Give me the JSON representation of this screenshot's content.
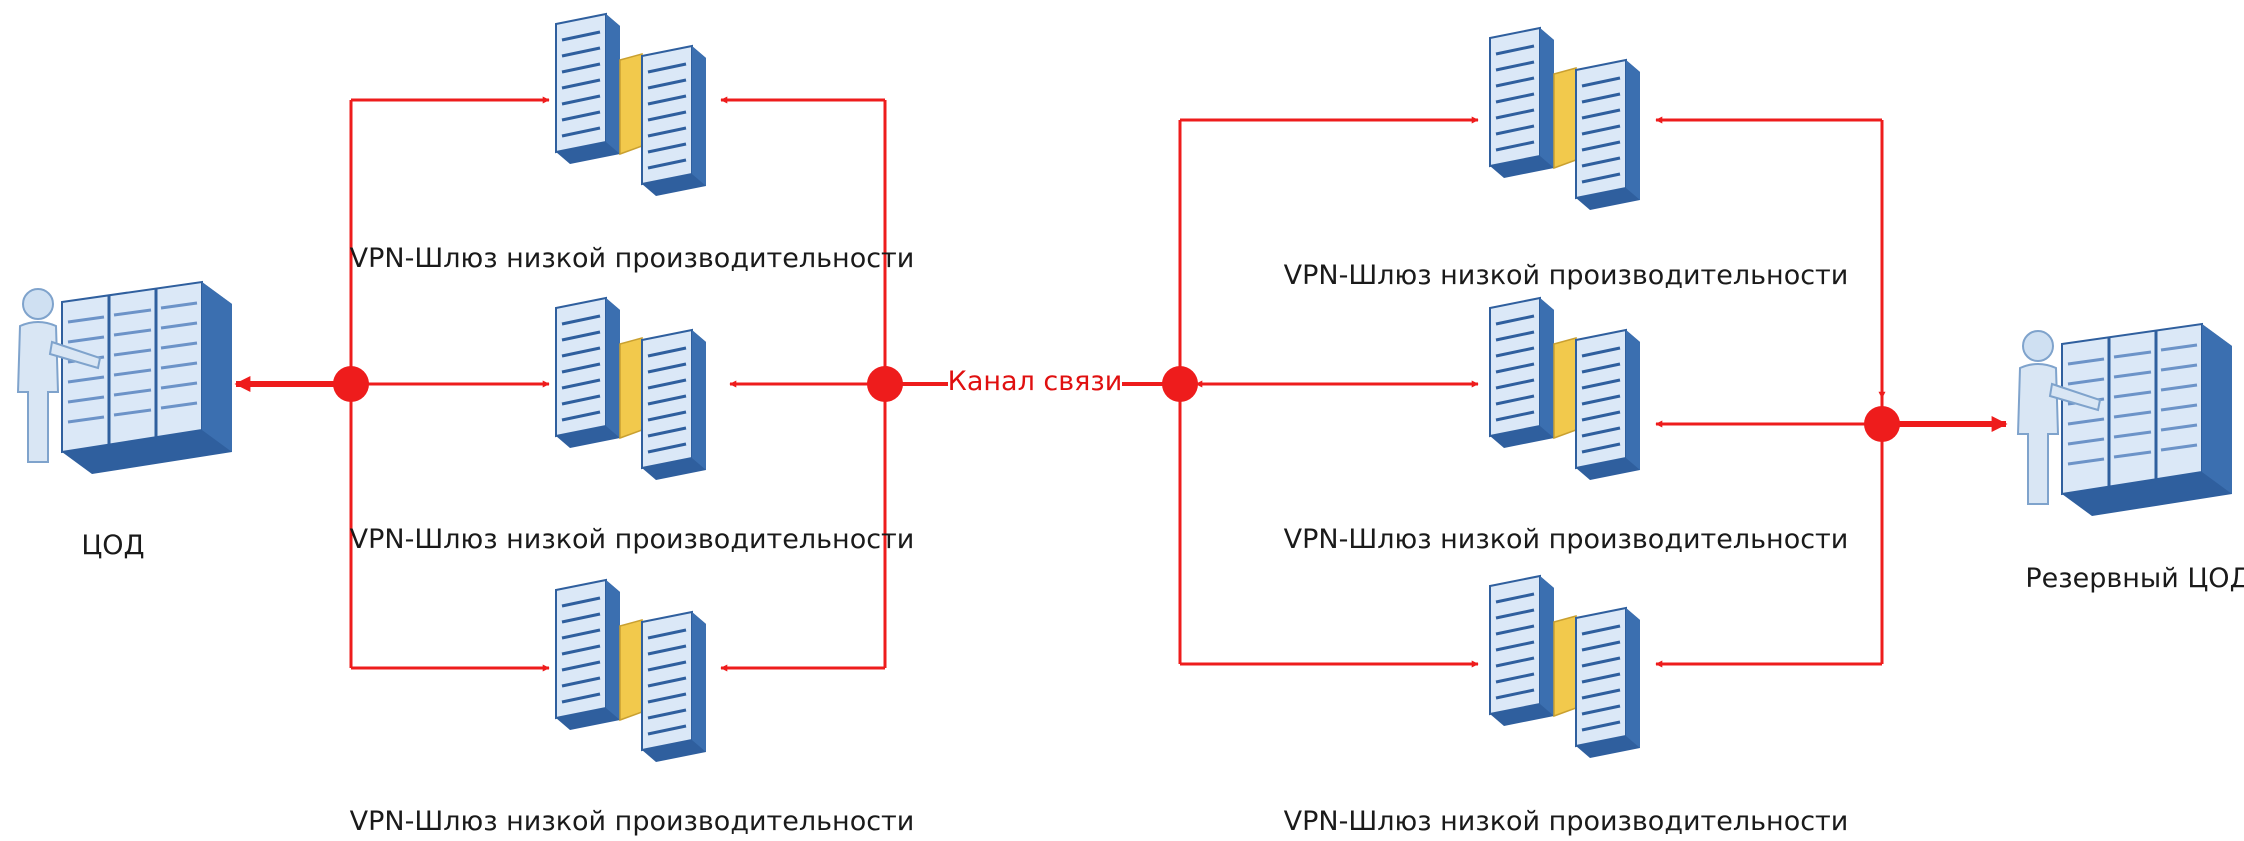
{
  "diagram": {
    "left_site_label": "ЦОД",
    "right_site_label": "Резервный ЦОД",
    "channel_label": "Канал связи",
    "gateway_labels": {
      "left_top": "VPN-Шлюз низкой производительности",
      "left_middle": "VPN-Шлюз низкой производительности",
      "left_bottom": "VPN-Шлюз низкой производительности",
      "right_top": "VPN-Шлюз низкой производительности",
      "right_middle": "VPN-Шлюз низкой производительности",
      "right_bottom": "VPN-Шлюз низкой производительности"
    },
    "colors": {
      "link": "#ee1c1c",
      "server_blue": "#3b6fb0",
      "server_light": "#dbe8f7",
      "disk_yellow": "#f2c94c"
    }
  }
}
